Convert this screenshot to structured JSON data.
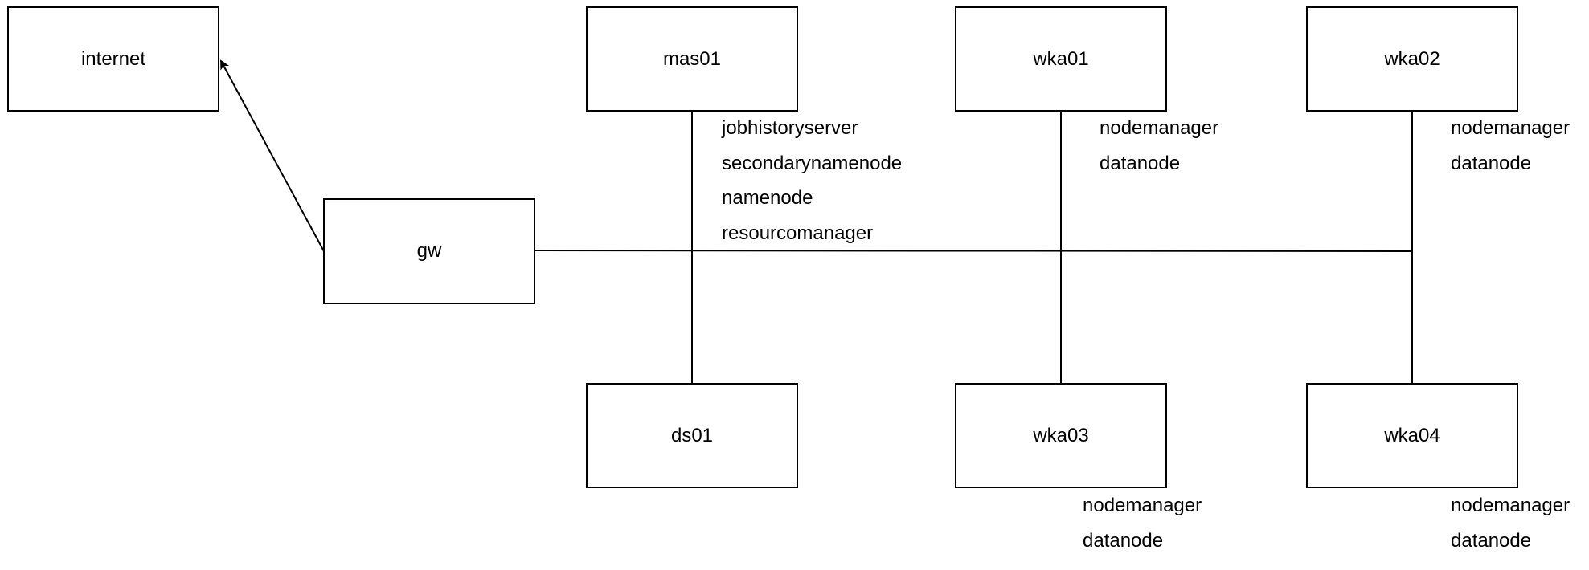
{
  "nodes": {
    "internet": "internet",
    "gw": "gw",
    "mas01": "mas01",
    "ds01": "ds01",
    "wka01": "wka01",
    "wka02": "wka02",
    "wka03": "wka03",
    "wka04": "wka04"
  },
  "services": {
    "mas01": [
      "jobhistoryserver",
      "secondarynamenode",
      "namenode",
      "resourcomanager"
    ],
    "wka01": [
      "nodemanager",
      "datanode"
    ],
    "wka02": [
      "nodemanager",
      "datanode"
    ],
    "wka03": [
      "nodemanager",
      "datanode"
    ],
    "wka04": [
      "nodemanager",
      "datanode"
    ]
  }
}
